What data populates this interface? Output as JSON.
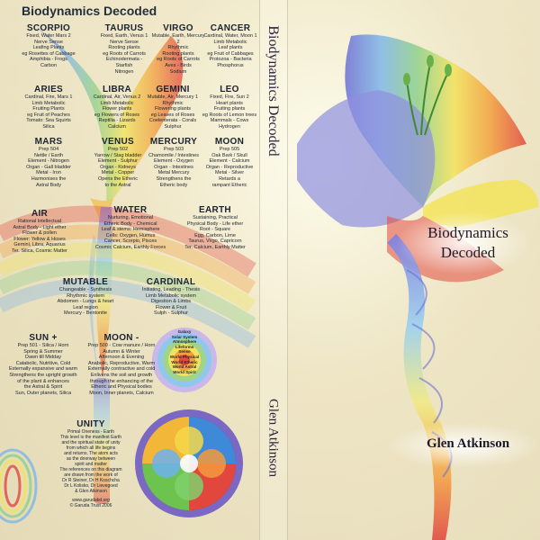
{
  "back": {
    "title": "Biodynamics Decoded",
    "signs": [
      {
        "h": "SCORPIO",
        "b": [
          "Fixed, Water Mars 2",
          "Nerve Sense",
          "Leafing Plants",
          "eg Rosettes of Cabbage",
          "Amphibia - Frogs",
          "Carbon"
        ]
      },
      {
        "h": "TAURUS",
        "b": [
          "Fixed, Earth, Venus 1",
          "Nerve Sense",
          "Rooting plants",
          "eg Roots of Carrots",
          "Echinodermata - Starfish",
          "Nitrogen"
        ]
      },
      {
        "h": "VIRGO",
        "b": [
          "Mutable, Earth, Mercury 2",
          "Rhythmic",
          "Rooting plants",
          "eg Roots of Carrots",
          "Aves - Birds",
          "Sodium"
        ]
      },
      {
        "h": "CANCER",
        "b": [
          "Cardinal, Water, Moon 1",
          "Limb Metabolic",
          "Leaf plants",
          "eg Fruit of Cabbages",
          "Protozoa - Bacteria",
          "Phosphorus"
        ]
      },
      {
        "h": "ARIES",
        "b": [
          "Cardinal, Fire, Mars 1",
          "Limb Metabolic",
          "Fruiting Plants",
          "eg Fruit of Peaches",
          "Tomato: Sea Squirts",
          "Silica"
        ]
      },
      {
        "h": "LIBRA",
        "b": [
          "Cardinal, Air, Venus 2",
          "Limb Metabolic",
          "Flower plants",
          "eg Flowers of Roses",
          "Reptilia - Lizards",
          "Calcium"
        ]
      },
      {
        "h": "GEMINI",
        "b": [
          "Mutable, Air, Mercury 1",
          "Rhythmic",
          "Flowering plants",
          "eg Leaves of Roses",
          "Coelenterata - Corals",
          "Sulphur"
        ]
      },
      {
        "h": "LEO",
        "b": [
          "Fixed, Fire, Sun 2",
          "Heart plants",
          "Fruiting plants",
          "eg Roots of Lemon trees",
          "Mammals - Cows",
          "Hydrogen"
        ]
      }
    ],
    "planets": [
      {
        "h": "MARS",
        "b": [
          "Prep 504",
          "Nettle / Earth",
          "Element - Nitrogen",
          "Organ - Gall bladder",
          "Metal - Iron",
          "Harmonises the",
          "Astral Body"
        ]
      },
      {
        "h": "VENUS",
        "b": [
          "Prep 502",
          "Yarrow / Stag bladder",
          "Element - Sulphur",
          "Organ - Kidneys",
          "Metal - Copper",
          "Opens the Etheric",
          "to the Astral"
        ]
      },
      {
        "h": "MERCURY",
        "b": [
          "Prep 503",
          "Chamomile / Intestines",
          "Element - Oxygen",
          "Organ - Intestines",
          "Metal Mercury",
          "Strengthens the",
          "Etheric body"
        ]
      },
      {
        "h": "MOON",
        "b": [
          "Prep 505",
          "Oak Bark / Skull",
          "Element - Calcium",
          "Organ - Reproductive",
          "Metal - Silver",
          "Retards a",
          "rampant Etheric"
        ]
      }
    ],
    "elements": [
      {
        "h": "AIR",
        "b": [
          "Rational Intellectual",
          "Astral Body - Light ether",
          "Flower & pollen",
          "Flower: Yellow & Hoses",
          "Gemini, Libra, Aquarius",
          "Ter. Silica, Cosmic Matter"
        ]
      },
      {
        "h": "WATER",
        "b": [
          "Nurturing, Emotional",
          "Etheric Body - Chemical",
          "Leaf & stems: Hemisphere",
          "Cells: Oxygen, Humus",
          "Cancer, Scorpio, Pisces",
          "Cosmic Calcium, Earthly Forces"
        ]
      },
      {
        "h": "EARTH",
        "b": [
          "Sustaining, Practical",
          "Physical Body - Life ether",
          "Root - Square",
          "Egg, Carbon, Lime",
          "Taurus, Virgo, Capricorn",
          "Ter. Calcium, Earthly Matter"
        ]
      }
    ],
    "modes": [
      {
        "h": "MUTABLE",
        "b": [
          "Changeable - Synthesis",
          "Rhythmic system",
          "Abdomen - Lungs & heart",
          "Leaf region",
          "Mercury - Bentonite"
        ]
      },
      {
        "h": "CARDINAL",
        "b": [
          "Initiating, Leading - Thesis",
          "Limb Metabolic system",
          "Digestion & Limbs",
          "Flower & Fruit",
          "Sulph - Sulphur"
        ]
      }
    ],
    "polar": [
      {
        "h": "SUN +",
        "b": [
          "Prep 501 - Silica / Horn",
          "Spring & Summer",
          "Dawn till Midday",
          "Catabolic, Nutritive, Cold",
          "Externally expansive and warm",
          "Strengthens the upright growth",
          "of the plant & enhances",
          "the Astral & Spirit",
          "Sun, Outer planets, Silica"
        ]
      },
      {
        "h": "MOON -",
        "b": [
          "Prep 500 - Cow manure / Horn",
          "Autumn & Winter",
          "Afternoon & Evening",
          "Anabolic, Reproductive, Warm",
          "Externally contractive and cold",
          "Enlivens the soil and growth",
          "through the enhancing of the",
          "Etheric and Physical bodies",
          "Moon, Inner planets, Calcium"
        ]
      }
    ],
    "unity": {
      "h": "UNITY",
      "b": [
        "Primal Oneness - Earth",
        "This level is the manifest Earth",
        "and the spiritual state of unity",
        "from which all life begins",
        "and returns. The atom acts",
        "as the doorway between",
        "spirit and matter",
        "",
        "The references on this diagram",
        "are drawn from the work of",
        "Dr R Steiner, Dr H Koschcha",
        "Dr L Kolisko, Dr Lievegoed",
        "& Glen Atkinson"
      ]
    },
    "footer": [
      "www.garudabd.org",
      "© Garuda Trust 2006"
    ],
    "target_labels": [
      "Galaxy",
      "Solar System",
      "Atmosphere",
      "Lifeforms",
      "Sense",
      "World Physical",
      "World Etheric",
      "World Astral",
      "World Spirit"
    ]
  },
  "spine": {
    "title": "Biodynamics Decoded",
    "author": "Glen Atkinson"
  },
  "front": {
    "title_line1": "Biodynamics",
    "title_line2": "Decoded",
    "author": "Glen Atkinson"
  }
}
